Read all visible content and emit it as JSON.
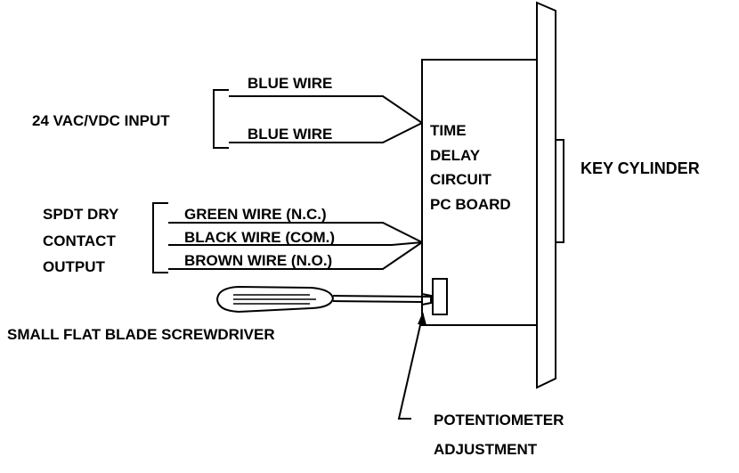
{
  "diagram": {
    "input": {
      "label": "24 VAC/VDC INPUT",
      "wire_1": "BLUE WIRE",
      "wire_2": "BLUE WIRE"
    },
    "output": {
      "label_lines": [
        "SPDT DRY",
        "CONTACT",
        "OUTPUT"
      ],
      "wires": [
        "GREEN WIRE (N.C.)",
        "BLACK WIRE (COM.)",
        "BROWN WIRE (N.O.)"
      ]
    },
    "board": {
      "lines": [
        "TIME",
        "DELAY",
        "CIRCUIT",
        "PC BOARD"
      ]
    },
    "key_cylinder": "KEY CYLINDER",
    "screwdriver": "SMALL FLAT BLADE SCREWDRIVER",
    "potentiometer": {
      "lines": [
        "POTENTIOMETER",
        "ADJUSTMENT"
      ]
    }
  }
}
